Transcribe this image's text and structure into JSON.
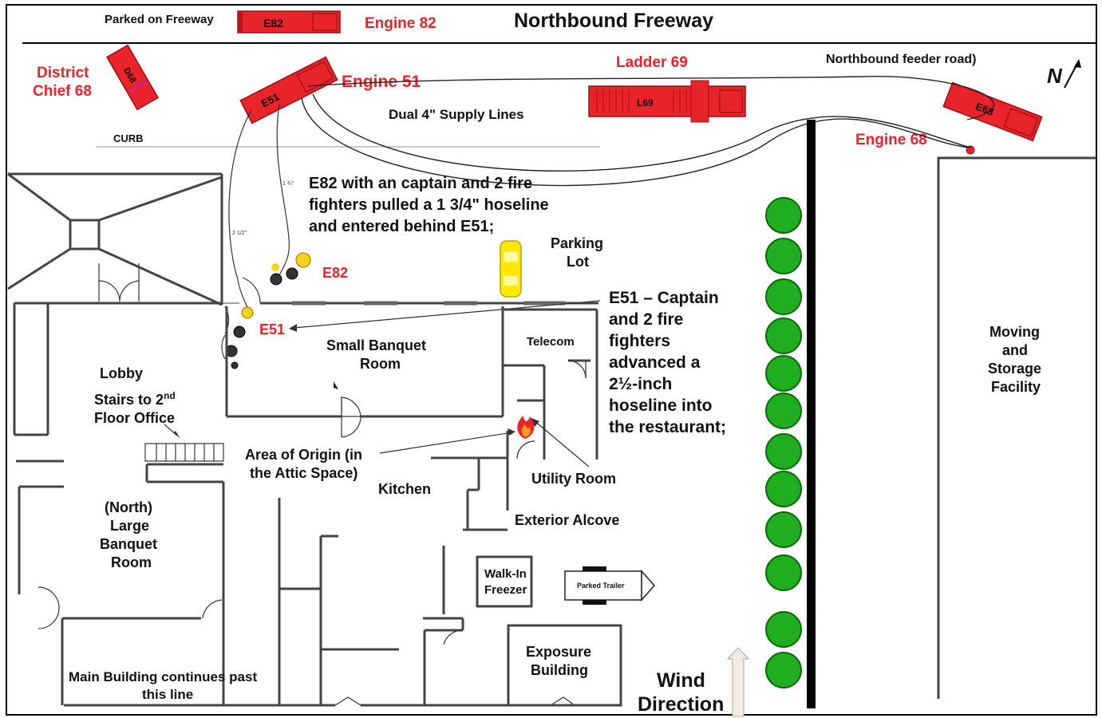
{
  "header": {
    "parked_label": "Parked on Freeway",
    "e82_label": "Engine 82",
    "freeway": "Northbound Freeway"
  },
  "vehicles": {
    "district_chief": "District Chief 68",
    "district_chief_line1": "District",
    "district_chief_line2": "Chief 68",
    "d68_tag": "D68",
    "e51_label": "Engine 51",
    "e51_tag": "E51",
    "e82_tag": "E82",
    "ladder_label": "Ladder 69",
    "ladder_tag": "L69",
    "e68_label": "Engine 68",
    "e68_tag": "E68"
  },
  "roads": {
    "feeder": "Northbound feeder road)",
    "curb": "CURB",
    "north_symbol": "N"
  },
  "hoses": {
    "supply": "Dual 4\" Supply Lines",
    "small_size": "1 ¾\"",
    "large_size": "2 1/2\""
  },
  "annotations": {
    "e82_note": [
      "E82 with an captain and 2 fire",
      "fighters pulled a 1 3/4\" hoseline",
      "and entered behind E51;"
    ],
    "e51_note": [
      "E51 – Captain",
      "and 2 fire",
      "fighters",
      "advanced a",
      "2½-inch",
      "hoseline into",
      "the restaurant;"
    ],
    "e82_crew": "E82",
    "e51_crew": "E51"
  },
  "rooms": {
    "parking_lot": [
      "Parking",
      "Lot"
    ],
    "telecom": "Telecom",
    "small_banquet": [
      "Small Banquet",
      "Room"
    ],
    "lobby": "Lobby",
    "stairs_main": "Stairs to 2",
    "stairs_sup": "nd",
    "stairs_line2": "Floor Office",
    "origin": [
      "Area of Origin (in",
      "the Attic Space)"
    ],
    "kitchen": "Kitchen",
    "utility": "Utility Room",
    "alcove": "Exterior Alcove",
    "large_banquet": [
      "(North)",
      "Large",
      "Banquet",
      "Room"
    ],
    "walkin": [
      "Walk-In",
      "Freezer"
    ],
    "trailer": "Parked Trailer",
    "exposure": [
      "Exposure",
      "Building"
    ],
    "moving": [
      "Moving",
      "and",
      "Storage",
      "Facility"
    ],
    "continues": [
      "Main Building continues past",
      "this line"
    ]
  },
  "wind": [
    "Wind",
    "Direction"
  ],
  "colors": {
    "accent": "#e8232a",
    "tree": "#1fae1f",
    "car": "#ffe800"
  }
}
